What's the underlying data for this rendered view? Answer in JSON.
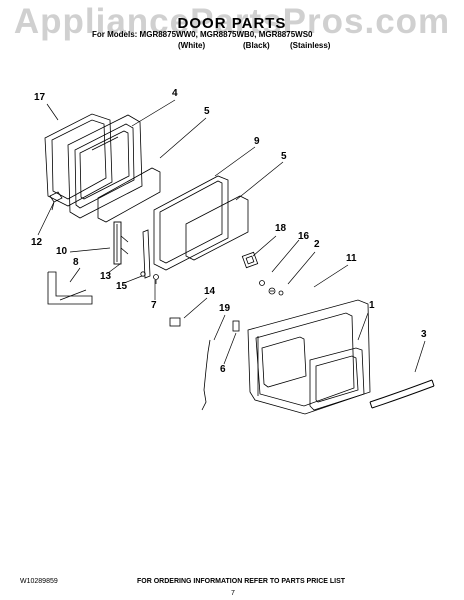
{
  "watermark": "AppliancePartsPros.com",
  "header": {
    "title": "DOOR PARTS",
    "models_line": "For Models: MGR8875WW0, MGR8875WB0, MGR8875WS0",
    "variants": [
      "(White)",
      "(Black)",
      "(Stainless)"
    ]
  },
  "callouts": [
    "17",
    "4",
    "5",
    "9",
    "5",
    "12",
    "10",
    "13",
    "8",
    "15",
    "7",
    "18",
    "16",
    "2",
    "11",
    "14",
    "19",
    "6",
    "1",
    "3"
  ],
  "footer": {
    "doc_number": "W10289859",
    "ordering_info": "FOR ORDERING INFORMATION REFER TO PARTS PRICE LIST",
    "page_number": "7"
  }
}
